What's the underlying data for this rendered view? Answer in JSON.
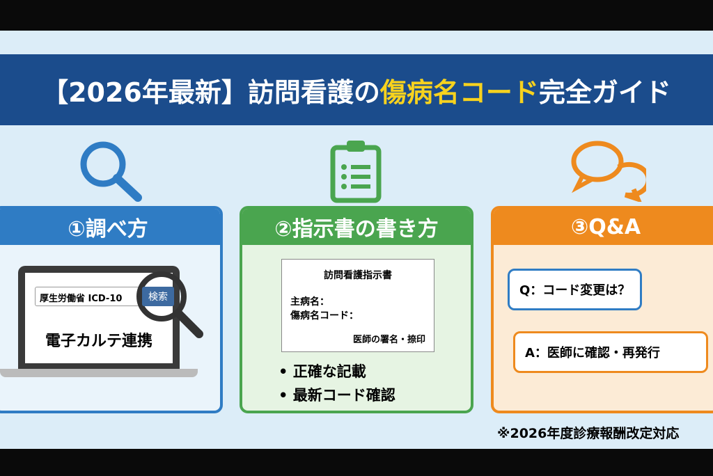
{
  "title": {
    "prefix": "【2026年最新】訪問看護の",
    "highlight": "傷病名コード",
    "suffix": "完全ガイド"
  },
  "colors": {
    "title_bg": "#1b4c8c",
    "highlight": "#f7d21e",
    "blue": "#2f7cc4",
    "green": "#4aa54f",
    "orange": "#ee8a1e"
  },
  "panels": [
    {
      "heading": "①調べ方",
      "icon": "magnifier-icon",
      "search_text": "厚生労働省 ICD-10",
      "search_button": "検索",
      "caption": "電子カルテ連携"
    },
    {
      "heading": "②指示書の書き方",
      "icon": "clipboard-icon",
      "doc_title": "訪問看護指示書",
      "fields": [
        "主病名：",
        "傷病名コード："
      ],
      "signature": "医師の署名・捺印",
      "bullets": [
        "正確な記載",
        "最新コード確認"
      ]
    },
    {
      "heading": "③Q&A",
      "icon": "chat-bubbles-icon",
      "question": "Q：コード変更は？",
      "answer": "A：医師に確認・再発行"
    }
  ],
  "note": "※2026年度診療報酬改定対応"
}
